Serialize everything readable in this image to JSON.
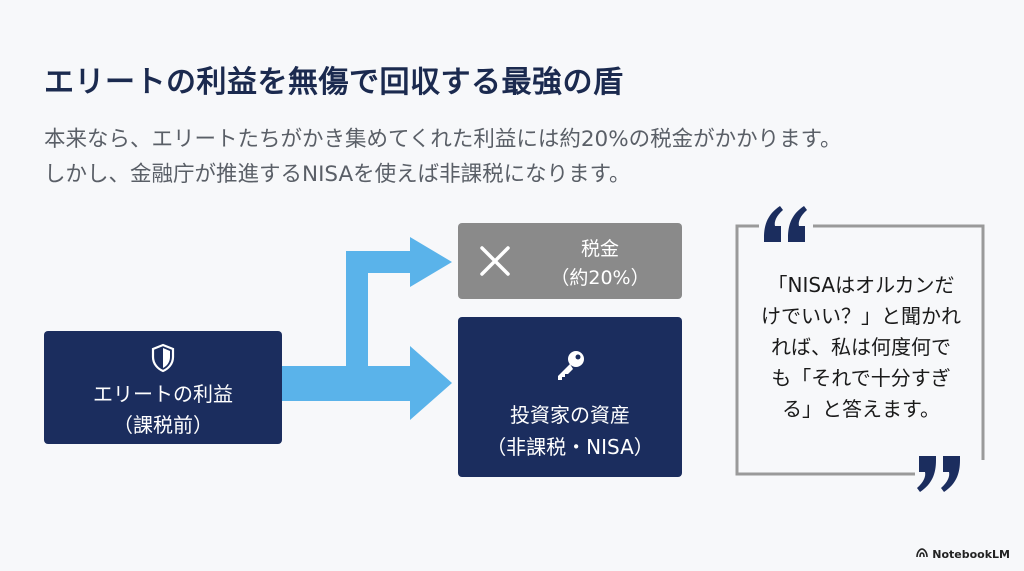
{
  "title": "エリートの利益を無傷で回収する最強の盾",
  "subtitle_line1": "本来なら、エリートたちがかき集めてくれた利益には約20%の税金がかかります。",
  "subtitle_line2": "しかし、金融庁が推進するNISAを使えば非課税になります。",
  "flow": {
    "source": {
      "line1": "エリートの利益",
      "line2": "（課税前）",
      "icon": "shield-icon"
    },
    "tax": {
      "line1": "税金",
      "line2": "（約20%）",
      "icon": "x-icon"
    },
    "asset": {
      "line1": "投資家の資産",
      "line2": "（非課税・NISA）",
      "icon": "key-icon"
    }
  },
  "quote": {
    "lines": [
      "「NISAはオルカンだ",
      "けでいい？」と聞かれ",
      "れば、私は何度何で",
      "も「それで十分すぎ",
      "る」と答えます。"
    ]
  },
  "brand": "NotebookLM",
  "colors": {
    "navy": "#1b2d5e",
    "arrow_blue": "#5ab3ea",
    "tax_gray": "#8a8a8a",
    "frame_gray": "#9a9a9a"
  }
}
